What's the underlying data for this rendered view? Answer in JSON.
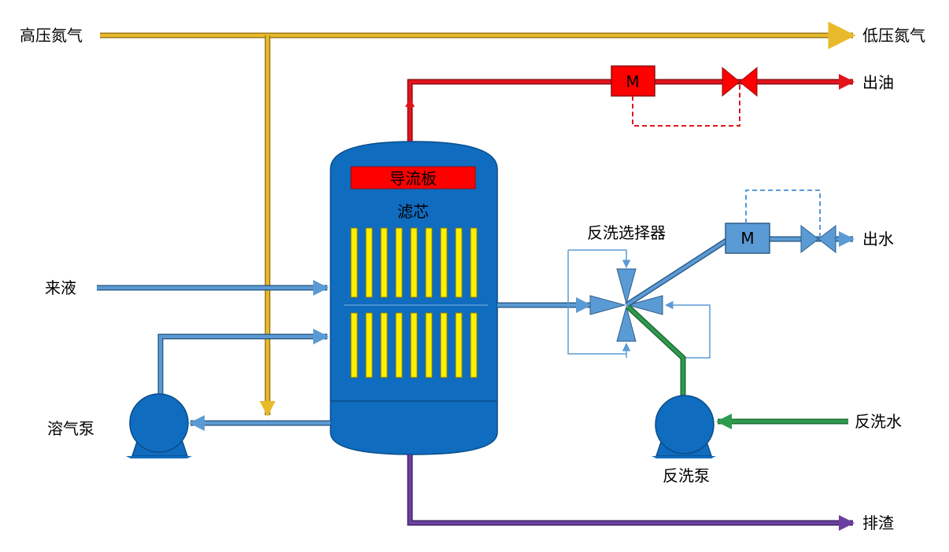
{
  "labels": {
    "hp_nitrogen": "高压氮气",
    "lp_nitrogen": "低压氮气",
    "oil_out": "出油",
    "baffle": "导流板",
    "filter_element": "滤芯",
    "backwash_selector": "反洗选择器",
    "water_out": "出水",
    "feed": "来液",
    "air_pump": "溶气泵",
    "backwash_water": "反洗水",
    "backwash_pump": "反洗泵",
    "slag_discharge": "排渣",
    "motor_oil": "M",
    "motor_water": "M"
  },
  "colors": {
    "nitrogen_line": "#E8B92A",
    "oil_line": "#E3131C",
    "water_line": "#5B9BD5",
    "backwash_line": "#2E9A4E",
    "slag_line": "#6B3FA0",
    "vessel": "#0F6CBF",
    "filter_element": "#FFF000",
    "baffle": "#FF0000",
    "motor_oil": "#FF0000",
    "motor_water": "#5B9BD5",
    "pump": "#0F6CBF"
  },
  "icons": {
    "motor": "motor-icon",
    "valve": "valve-icon",
    "pump": "pump-icon",
    "selector": "four-way-selector-icon"
  }
}
